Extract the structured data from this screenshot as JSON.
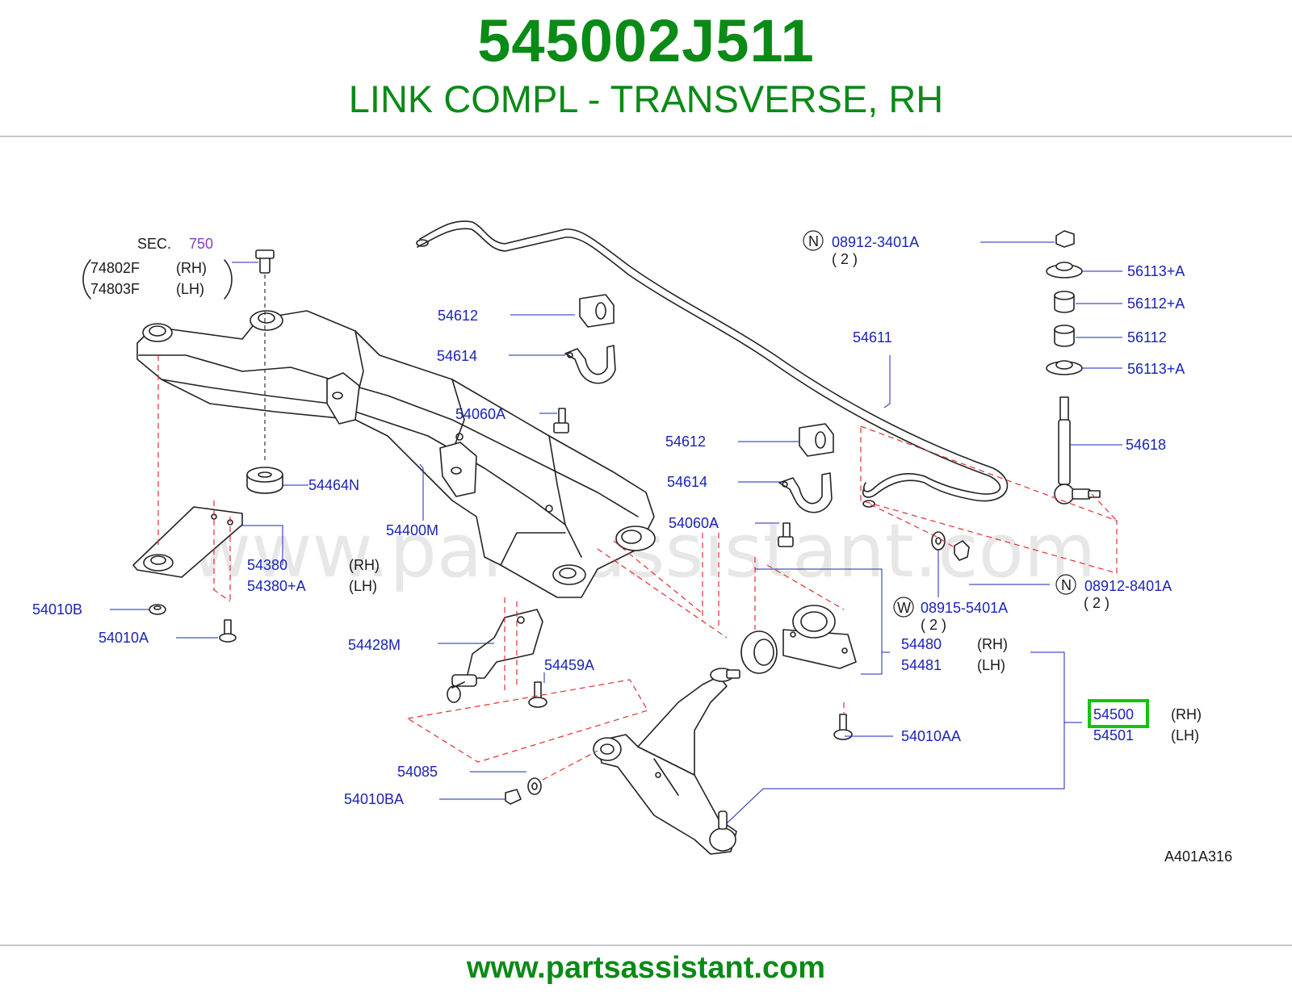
{
  "header": {
    "part_number": "545002J511",
    "part_title": "LINK COMPL - TRANSVERSE, RH"
  },
  "footer": {
    "site_url": "www.partsassistant.com"
  },
  "watermark": {
    "text": "www.partsassistant.com"
  },
  "diagram": {
    "code": "A401A316",
    "sec_label": "SEC.",
    "sec_number": "750",
    "circle_n": "N",
    "circle_w": "W",
    "labels": {
      "p74802F": "74802F",
      "p74803F": "74803F",
      "rh": "(RH)",
      "lh": "(LH)",
      "p54612": "54612",
      "p54614": "54614",
      "p54060A": "54060A",
      "p54611": "54611",
      "p08912_3401A": "08912-3401A",
      "qty2": "( 2 )",
      "p56113A": "56113+A",
      "p56112A": "56112+A",
      "p56112": "56112",
      "p54618": "54618",
      "p54464N": "54464N",
      "p54400M": "54400M",
      "p54380": "54380",
      "p54380A": "54380+A",
      "p54010B": "54010B",
      "p54010A": "54010A",
      "p54428M": "54428M",
      "p54459A": "54459A",
      "p54085": "54085",
      "p54010BA": "54010BA",
      "p08912_8401A": "08912-8401A",
      "p08915_5401A": "08915-5401A",
      "p54480": "54480",
      "p54481": "54481",
      "p54010AA": "54010AA",
      "p54500": "54500",
      "p54501": "54501"
    }
  },
  "colors": {
    "brand_green": "#0a8a16",
    "label_blue": "#1a24b4",
    "highlight_green": "#13c40f",
    "dashed_red": "#e03030",
    "sec_purple": "#8a3fc0"
  }
}
